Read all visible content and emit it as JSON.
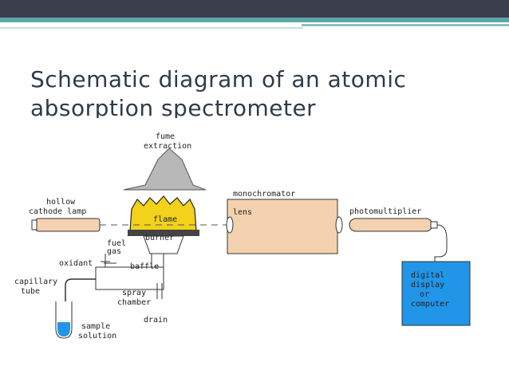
{
  "slide": {
    "title_line1": "Schematic diagram of an atomic",
    "title_line2": "absorption spectrometer"
  },
  "diagram": {
    "labels": {
      "fume1": "fume",
      "fume2": "extraction",
      "hollow1": "hollow",
      "hollow2": "cathode lamp",
      "flame": "flame",
      "burner": "burner",
      "fuel1": "fuel",
      "fuel2": "gas",
      "oxidant": "oxidant",
      "baffle": "baffle",
      "capillary1": "capillary",
      "capillary2": "tube",
      "spray1": "spray",
      "spray2": "chamber",
      "drain": "drain",
      "sample1": "sample",
      "sample2": "solution",
      "monochromator": "monochromator",
      "lens": "lens",
      "photomultiplier": "photomultiplier",
      "digital1": "digital",
      "digital2": "display",
      "digital3": "or",
      "digital4": "computer"
    },
    "colors": {
      "flame": "#f2d21a",
      "monochromator": "#f4d2b0",
      "display": "#2196e8",
      "fume": "#b8b8b8"
    }
  }
}
